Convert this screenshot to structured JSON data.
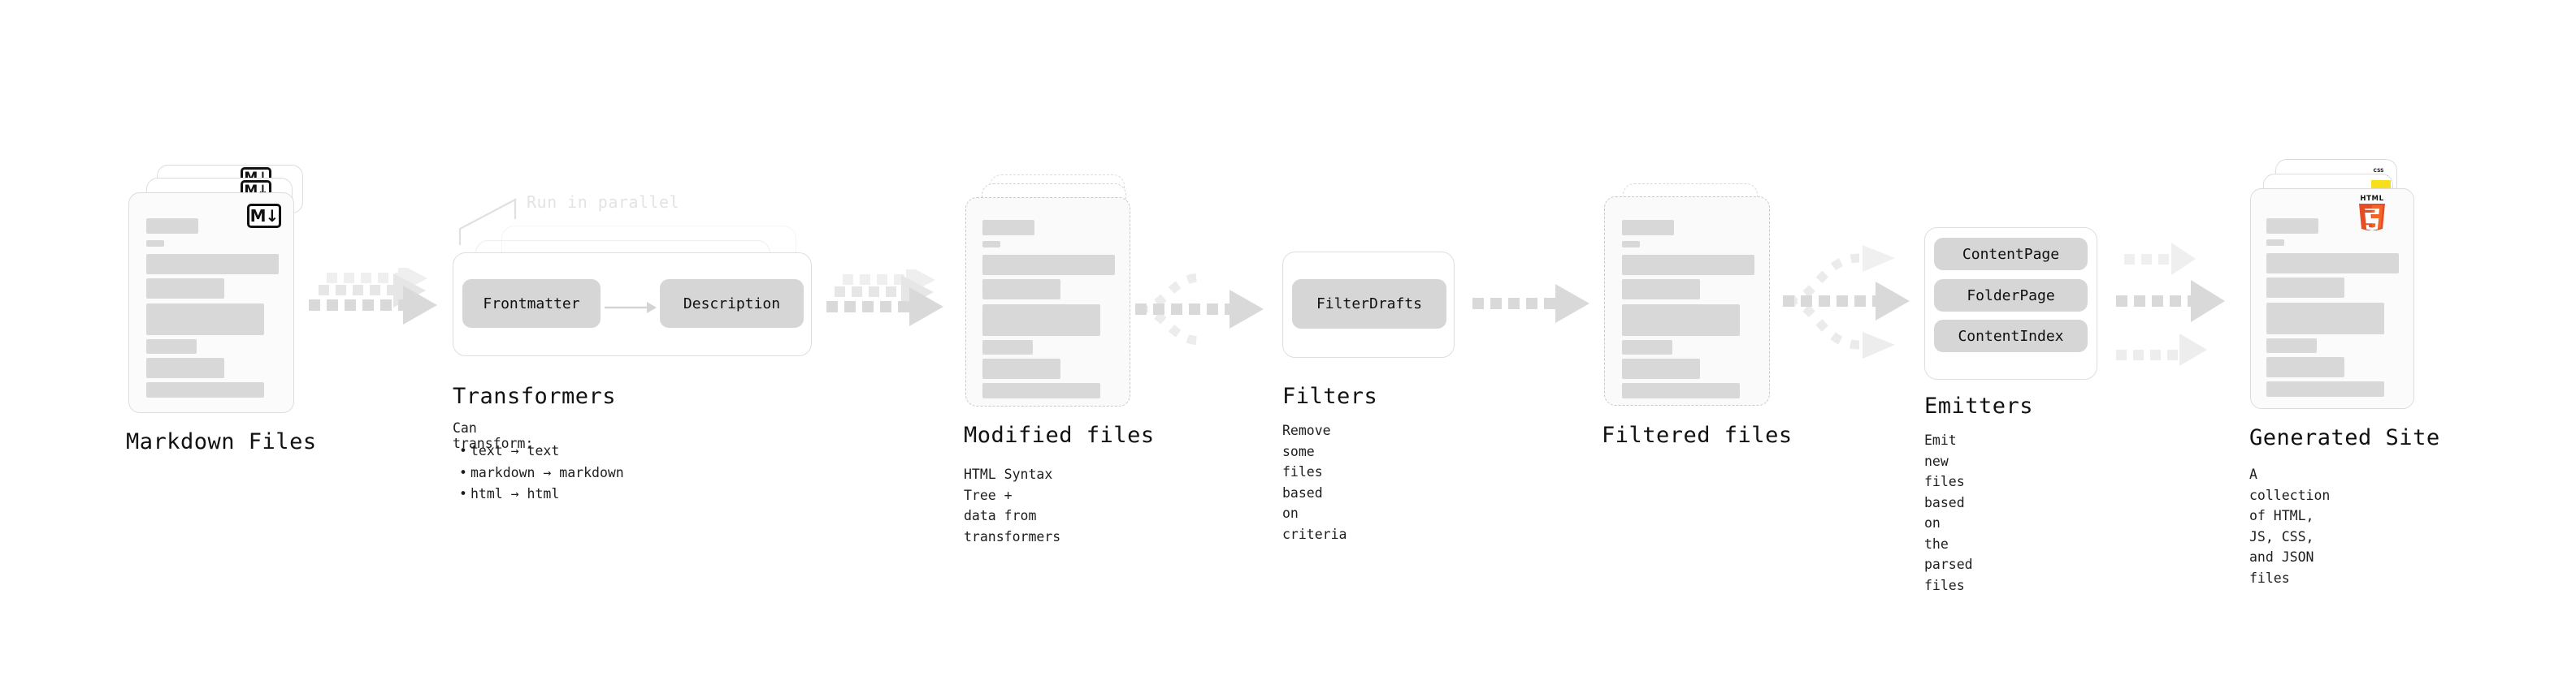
{
  "diagram": {
    "title_semantic": "quartz-build-pipeline",
    "colors": {
      "bar_gray": "#d8d8d8",
      "card_border": "#dcdcdc",
      "card_fill": "#fbfbfb",
      "pill_gray": "#d6d6d6",
      "arrow_gray": "#d9d9d9",
      "arrow_gray_light": "#ececec",
      "text": "#111111",
      "muted_label": "#e3e3e3",
      "html5_orange": "#e44d26",
      "html5_orange_light": "#f16529",
      "js_yellow": "#f7df1e",
      "css_blue": "#264de4"
    }
  },
  "stages": [
    {
      "id": "markdown-files",
      "title": "Markdown Files",
      "description": "",
      "badge": "M↓",
      "badge_name": "markdown-badge"
    },
    {
      "id": "transformers",
      "title": "Transformers",
      "description_head": "Can transform:",
      "bullets": [
        "text → text",
        "markdown → markdown",
        "html → html"
      ],
      "parallel_label": "Run in parallel",
      "items": [
        "Frontmatter",
        "Description"
      ]
    },
    {
      "id": "modified-files",
      "title": "Modified files",
      "description": "HTML Syntax Tree +\ndata from transformers"
    },
    {
      "id": "filters",
      "title": "Filters",
      "description": "Remove some files based\non criteria",
      "items": [
        "FilterDrafts"
      ]
    },
    {
      "id": "filtered-files",
      "title": "Filtered files",
      "description": ""
    },
    {
      "id": "emitters",
      "title": "Emitters",
      "description": "Emit new files based on\nthe parsed files",
      "items": [
        "ContentPage",
        "FolderPage",
        "ContentIndex"
      ]
    },
    {
      "id": "generated-site",
      "title": "Generated Site",
      "description": "A collection of HTML,\nJS, CSS, and JSON files",
      "badges": [
        "HTML5",
        "JS",
        "CSS"
      ]
    }
  ],
  "html5_badge": {
    "wordmark": "HTML",
    "digit": "5"
  },
  "css_badge": {
    "wordmark": "CSS"
  }
}
